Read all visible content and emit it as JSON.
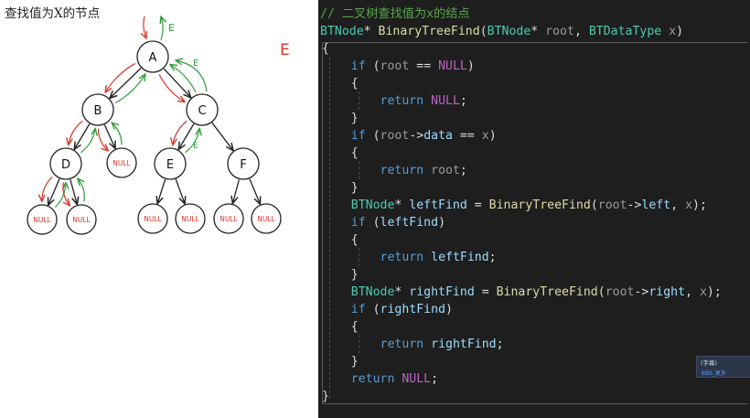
{
  "left_panel": {
    "title": "查找值为X的节点",
    "side_mark": "E",
    "tree": {
      "nodes": [
        {
          "id": "A",
          "label": "A",
          "kind": "node"
        },
        {
          "id": "B",
          "label": "B",
          "kind": "node"
        },
        {
          "id": "C",
          "label": "C",
          "kind": "node"
        },
        {
          "id": "D",
          "label": "D",
          "kind": "node"
        },
        {
          "id": "N1",
          "label": "NULL",
          "kind": "null"
        },
        {
          "id": "E",
          "label": "E",
          "kind": "node"
        },
        {
          "id": "F",
          "label": "F",
          "kind": "node"
        },
        {
          "id": "N2",
          "label": "NULL",
          "kind": "null"
        },
        {
          "id": "N3",
          "label": "NULL",
          "kind": "null"
        },
        {
          "id": "N4",
          "label": "NULL",
          "kind": "null"
        },
        {
          "id": "N5",
          "label": "NULL",
          "kind": "null"
        },
        {
          "id": "N6",
          "label": "NULL",
          "kind": "null"
        },
        {
          "id": "N7",
          "label": "NULL",
          "kind": "null"
        }
      ],
      "edges": [
        [
          "A",
          "B"
        ],
        [
          "A",
          "C"
        ],
        [
          "B",
          "D"
        ],
        [
          "B",
          "N1"
        ],
        [
          "C",
          "E"
        ],
        [
          "C",
          "F"
        ],
        [
          "D",
          "N2"
        ],
        [
          "D",
          "N3"
        ],
        [
          "E",
          "N4"
        ],
        [
          "E",
          "N5"
        ],
        [
          "F",
          "N6"
        ],
        [
          "F",
          "N7"
        ]
      ],
      "annotations": {
        "root_return_mark": "E",
        "a_return_mark": "E",
        "c_return_mark": "E",
        "e_return_mark": "E",
        "red_color": "#d9342b",
        "green_color": "#2e9c3a"
      }
    }
  },
  "editor": {
    "background": "#1e1e1e",
    "lines": [
      [
        [
          "comment",
          "// 二叉树查找值为x的结点"
        ]
      ],
      [
        [
          "type",
          "BTNode"
        ],
        [
          "plain",
          "* "
        ],
        [
          "func",
          "BinaryTreeFind"
        ],
        [
          "plain",
          "("
        ],
        [
          "type",
          "BTNode"
        ],
        [
          "plain",
          "* "
        ],
        [
          "param",
          "root"
        ],
        [
          "plain",
          ", "
        ],
        [
          "type",
          "BTDataType"
        ],
        [
          "plain",
          " "
        ],
        [
          "param",
          "x"
        ],
        [
          "plain",
          ")"
        ]
      ],
      [
        [
          "plain",
          "{"
        ]
      ],
      [
        [
          "plain",
          "    "
        ],
        [
          "kw",
          "if"
        ],
        [
          "plain",
          " ("
        ],
        [
          "param",
          "root"
        ],
        [
          "plain",
          " == "
        ],
        [
          "macro",
          "NULL"
        ],
        [
          "plain",
          ")"
        ]
      ],
      [
        [
          "plain",
          "    {"
        ]
      ],
      [
        [
          "plain",
          "        "
        ],
        [
          "kw",
          "return"
        ],
        [
          "plain",
          " "
        ],
        [
          "macro",
          "NULL"
        ],
        [
          "plain",
          ";"
        ]
      ],
      [
        [
          "plain",
          "    }"
        ]
      ],
      [
        [
          "plain",
          "    "
        ],
        [
          "kw",
          "if"
        ],
        [
          "plain",
          " ("
        ],
        [
          "param",
          "root"
        ],
        [
          "plain",
          "->"
        ],
        [
          "var",
          "data"
        ],
        [
          "plain",
          " == "
        ],
        [
          "param",
          "x"
        ],
        [
          "plain",
          ")"
        ]
      ],
      [
        [
          "plain",
          "    {"
        ]
      ],
      [
        [
          "plain",
          "        "
        ],
        [
          "kw",
          "return"
        ],
        [
          "plain",
          " "
        ],
        [
          "param",
          "root"
        ],
        [
          "plain",
          ";"
        ]
      ],
      [
        [
          "plain",
          "    }"
        ]
      ],
      [
        [
          "plain",
          "    "
        ],
        [
          "type",
          "BTNode"
        ],
        [
          "plain",
          "* "
        ],
        [
          "var",
          "leftFind"
        ],
        [
          "plain",
          " = "
        ],
        [
          "func",
          "BinaryTreeFind"
        ],
        [
          "plain",
          "("
        ],
        [
          "param",
          "root"
        ],
        [
          "plain",
          "->"
        ],
        [
          "var",
          "left"
        ],
        [
          "plain",
          ", "
        ],
        [
          "param",
          "x"
        ],
        [
          "plain",
          ");"
        ]
      ],
      [
        [
          "plain",
          "    "
        ],
        [
          "kw",
          "if"
        ],
        [
          "plain",
          " ("
        ],
        [
          "var",
          "leftFind"
        ],
        [
          "plain",
          ")"
        ]
      ],
      [
        [
          "plain",
          "    {"
        ]
      ],
      [
        [
          "plain",
          "        "
        ],
        [
          "kw",
          "return"
        ],
        [
          "plain",
          " "
        ],
        [
          "var",
          "leftFind"
        ],
        [
          "plain",
          ";"
        ]
      ],
      [
        [
          "plain",
          "    }"
        ]
      ],
      [
        [
          "plain",
          "    "
        ],
        [
          "type",
          "BTNode"
        ],
        [
          "plain",
          "* "
        ],
        [
          "var",
          "rightFind"
        ],
        [
          "plain",
          " = "
        ],
        [
          "func",
          "BinaryTreeFind"
        ],
        [
          "plain",
          "("
        ],
        [
          "param",
          "root"
        ],
        [
          "plain",
          "->"
        ],
        [
          "var",
          "right"
        ],
        [
          "plain",
          ", "
        ],
        [
          "param",
          "x"
        ],
        [
          "plain",
          ");"
        ]
      ],
      [
        [
          "plain",
          "    "
        ],
        [
          "kw",
          "if"
        ],
        [
          "plain",
          " ("
        ],
        [
          "var",
          "rightFind"
        ],
        [
          "plain",
          ")"
        ]
      ],
      [
        [
          "plain",
          "    {"
        ]
      ],
      [
        [
          "plain",
          "        "
        ],
        [
          "kw",
          "return"
        ],
        [
          "plain",
          " "
        ],
        [
          "var",
          "rightFind"
        ],
        [
          "plain",
          ";"
        ]
      ],
      [
        [
          "plain",
          "    }"
        ]
      ],
      [
        [
          "plain",
          "    "
        ],
        [
          "kw",
          "return"
        ],
        [
          "plain",
          " "
        ],
        [
          "macro",
          "NULL"
        ],
        [
          "plain",
          ";"
        ]
      ],
      [
        [
          "plain",
          "}"
        ]
      ]
    ],
    "popup": {
      "line1": "(字幕)",
      "line2": "BBS_更多"
    }
  }
}
